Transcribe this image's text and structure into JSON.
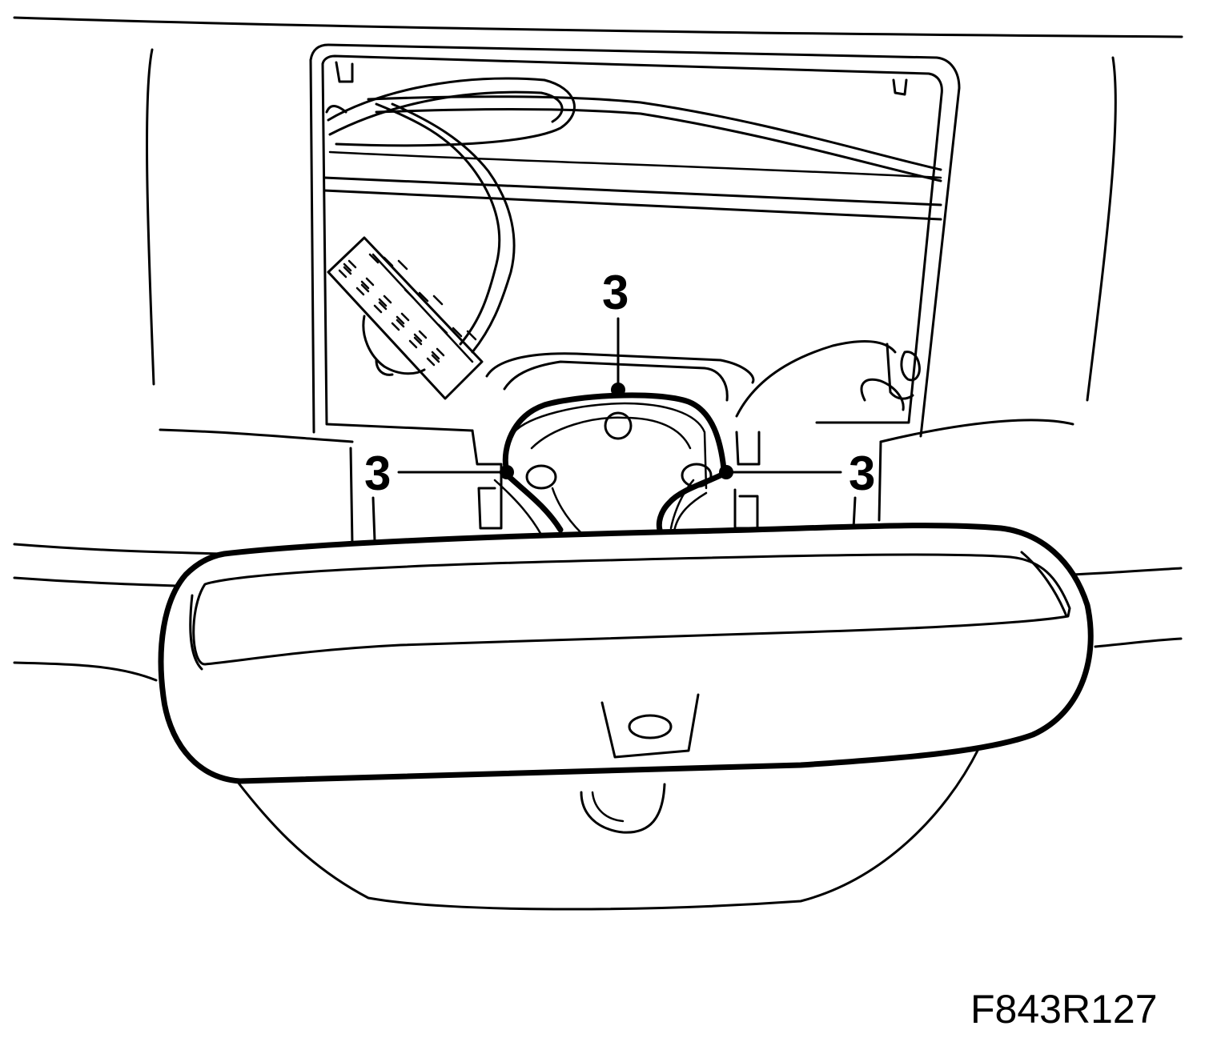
{
  "callouts": {
    "top": "3",
    "left": "3",
    "right": "3"
  },
  "figure_id": "F843R127",
  "colors": {
    "line": "#000000",
    "background": "#ffffff"
  }
}
